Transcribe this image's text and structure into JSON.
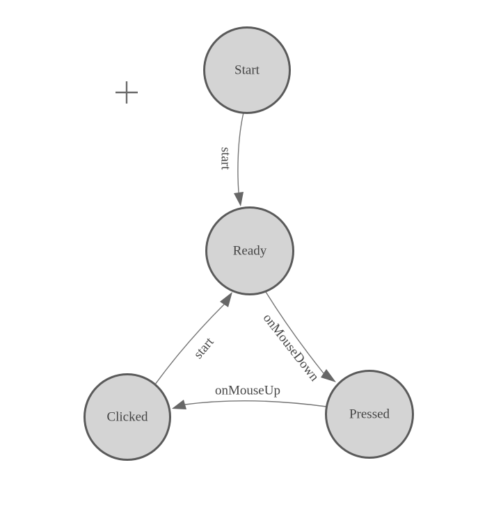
{
  "app": {
    "name": "state-machine-diagram-canvas",
    "background_color": "#ffffff"
  },
  "colors": {
    "node_fill": "#d4d4d4",
    "node_stroke": "#5a5a5a",
    "edge_stroke": "#757575",
    "arrow_fill": "#676767",
    "text_color": "#474747"
  },
  "icons": {
    "plus": "+"
  },
  "diagram": {
    "type": "state-machine",
    "nodes": [
      {
        "id": "start",
        "label": "Start"
      },
      {
        "id": "ready",
        "label": "Ready"
      },
      {
        "id": "clicked",
        "label": "Clicked"
      },
      {
        "id": "pressed",
        "label": "Pressed"
      }
    ],
    "edges": [
      {
        "from": "start",
        "to": "ready",
        "label": "start"
      },
      {
        "from": "ready",
        "to": "pressed",
        "label": "onMouseDown"
      },
      {
        "from": "pressed",
        "to": "clicked",
        "label": "onMouseUp"
      },
      {
        "from": "clicked",
        "to": "ready",
        "label": "start"
      }
    ]
  }
}
